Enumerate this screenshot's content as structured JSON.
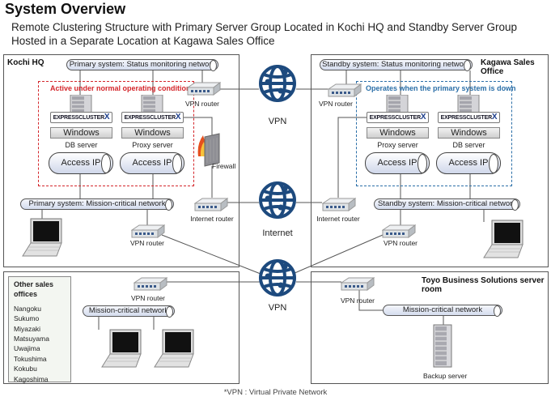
{
  "header": {
    "title": "System Overview",
    "subtitle_line1": "Remote Clustering Structure with Primary Server Group Located in Kochi HQ and Standby Server Group",
    "subtitle_line2": "Hosted in  a Separate Location at Kagawa Sales Office"
  },
  "kochi": {
    "label": "Kochi HQ",
    "status_network": "Primary system: Status monitoring network",
    "mission_network": "Primary system: Mission-critical network",
    "active_note": "Active under normal operating conditions",
    "servers": [
      {
        "product": "EXPRESSCLUSTER",
        "product_x": "X",
        "os": "Windows",
        "role": "DB server",
        "ip": "Access IP"
      },
      {
        "product": "EXPRESSCLUSTER",
        "product_x": "X",
        "os": "Windows",
        "role": "Proxy server",
        "ip": "Access IP"
      }
    ],
    "vpn_router_top": "VPN router",
    "firewall": "Firewall",
    "internet_router": "Internet router",
    "vpn_router_bottom": "VPN router"
  },
  "kagawa": {
    "label": "Kagawa Sales Office",
    "status_network": "Standby system: Status monitoring network",
    "mission_network": "Standby system: Mission-critical network",
    "standby_note": "Operates when the primary system is down",
    "servers": [
      {
        "product": "EXPRESSCLUSTER",
        "product_x": "X",
        "os": "Windows",
        "role": "Proxy server",
        "ip": "Access IP"
      },
      {
        "product": "EXPRESSCLUSTER",
        "product_x": "X",
        "os": "Windows",
        "role": "DB server",
        "ip": "Access IP"
      }
    ],
    "vpn_router_top": "VPN router",
    "internet_router": "Internet router",
    "vpn_router_bottom": "VPN router"
  },
  "clouds": {
    "vpn_top": "VPN",
    "internet": "Internet",
    "vpn_bottom": "VPN"
  },
  "other": {
    "title": "Other sales offices",
    "offices": [
      "Nangoku",
      "Sukumo",
      "Miyazaki",
      "Matsuyama",
      "Uwajima",
      "Tokushima",
      "Kokubu",
      "Kagoshima"
    ],
    "vpn_router": "VPN router",
    "mission_network": "Mission-critical network"
  },
  "toyo": {
    "label": "Toyo Business Solutions server room",
    "vpn_router": "VPN router",
    "mission_network": "Mission-critical network",
    "backup_server": "Backup server"
  },
  "footnote": "*VPN : Virtual Private Network",
  "colors": {
    "globe": "#1d4a7e",
    "active": "#d4262b",
    "standby": "#2b6fa8"
  }
}
